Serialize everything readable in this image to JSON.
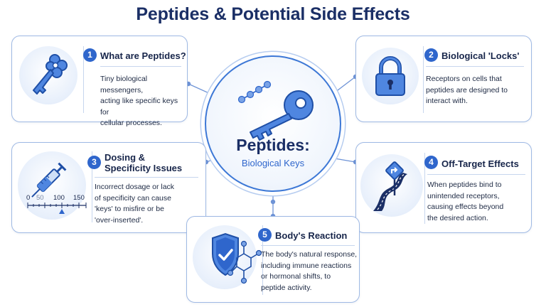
{
  "title": "Peptides & Potential Side Effects",
  "center": {
    "title": "Peptides:",
    "subtitle": "Biological Keys"
  },
  "cards": [
    {
      "number": "1",
      "heading": "What are Peptides?",
      "body": [
        "Tiny biological messengers,",
        "acting like specific keys for",
        "cellular processes."
      ],
      "icon": "key-icon"
    },
    {
      "number": "2",
      "heading": "Biological 'Locks'",
      "body": [
        "Receptors on cells that",
        "peptides are designed to",
        "interact with."
      ],
      "icon": "padlock-icon"
    },
    {
      "number": "3",
      "heading": [
        "Dosing &",
        "Specificity Issues"
      ],
      "body": [
        "Incorrect dosage or lack",
        "of specificity can cause",
        "'keys' to misfire or be",
        "'over-inserted'."
      ],
      "icon": "syringe-icon",
      "scale_labels": [
        "0",
        "50",
        "100",
        "150"
      ]
    },
    {
      "number": "4",
      "heading": "Off-Target Effects",
      "body": [
        "When peptides bind to",
        "unintended receptors,",
        "causing effects beyond",
        "the desired action."
      ],
      "icon": "road-sign-icon"
    },
    {
      "number": "5",
      "heading": "Body's Reaction",
      "body": [
        "The body's natural response,",
        "including immune reactions",
        "or hormonal shifts, to",
        "peptide activity."
      ],
      "icon": "shield-check-icon"
    }
  ],
  "colors": {
    "primary": "#2f66cc",
    "dark": "#1b2f66",
    "border": "#9fb9e4"
  }
}
